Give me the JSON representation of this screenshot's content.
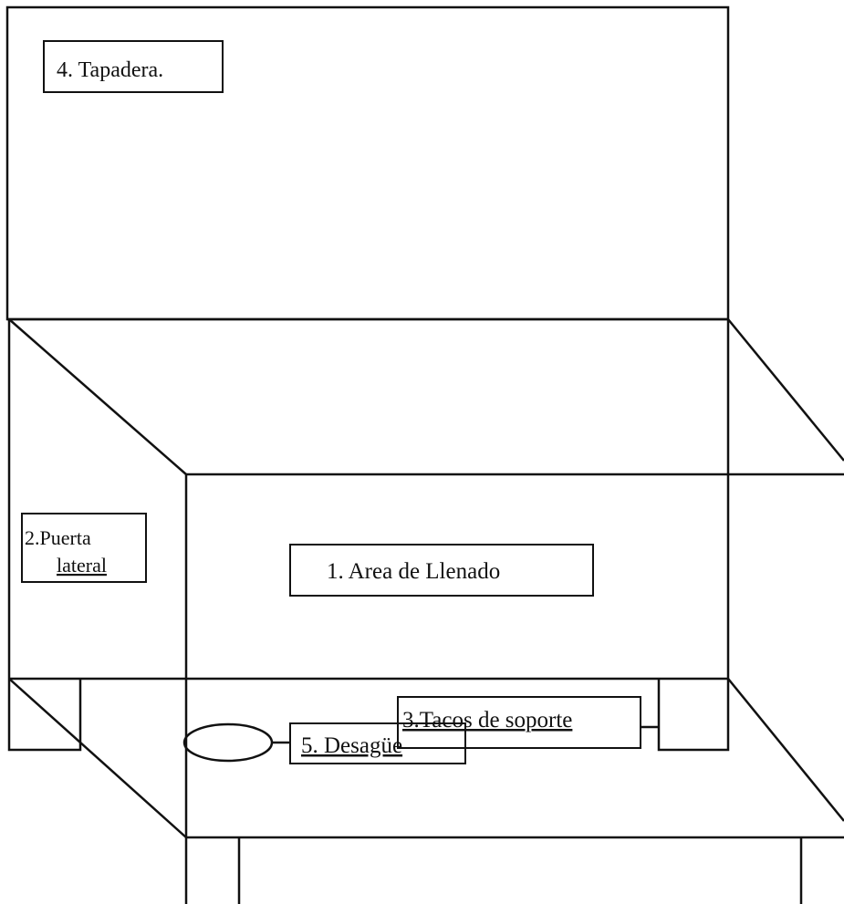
{
  "labels": {
    "tapadera": "4. Tapadera.",
    "puerta_line1": "2.Puerta",
    "puerta_line2": "lateral",
    "area": "1. Area de Llenado",
    "tacos": "3.Tacos de soporte",
    "desague": "5. Desagüe"
  },
  "colors": {
    "line": "#111111",
    "background": "#ffffff"
  }
}
